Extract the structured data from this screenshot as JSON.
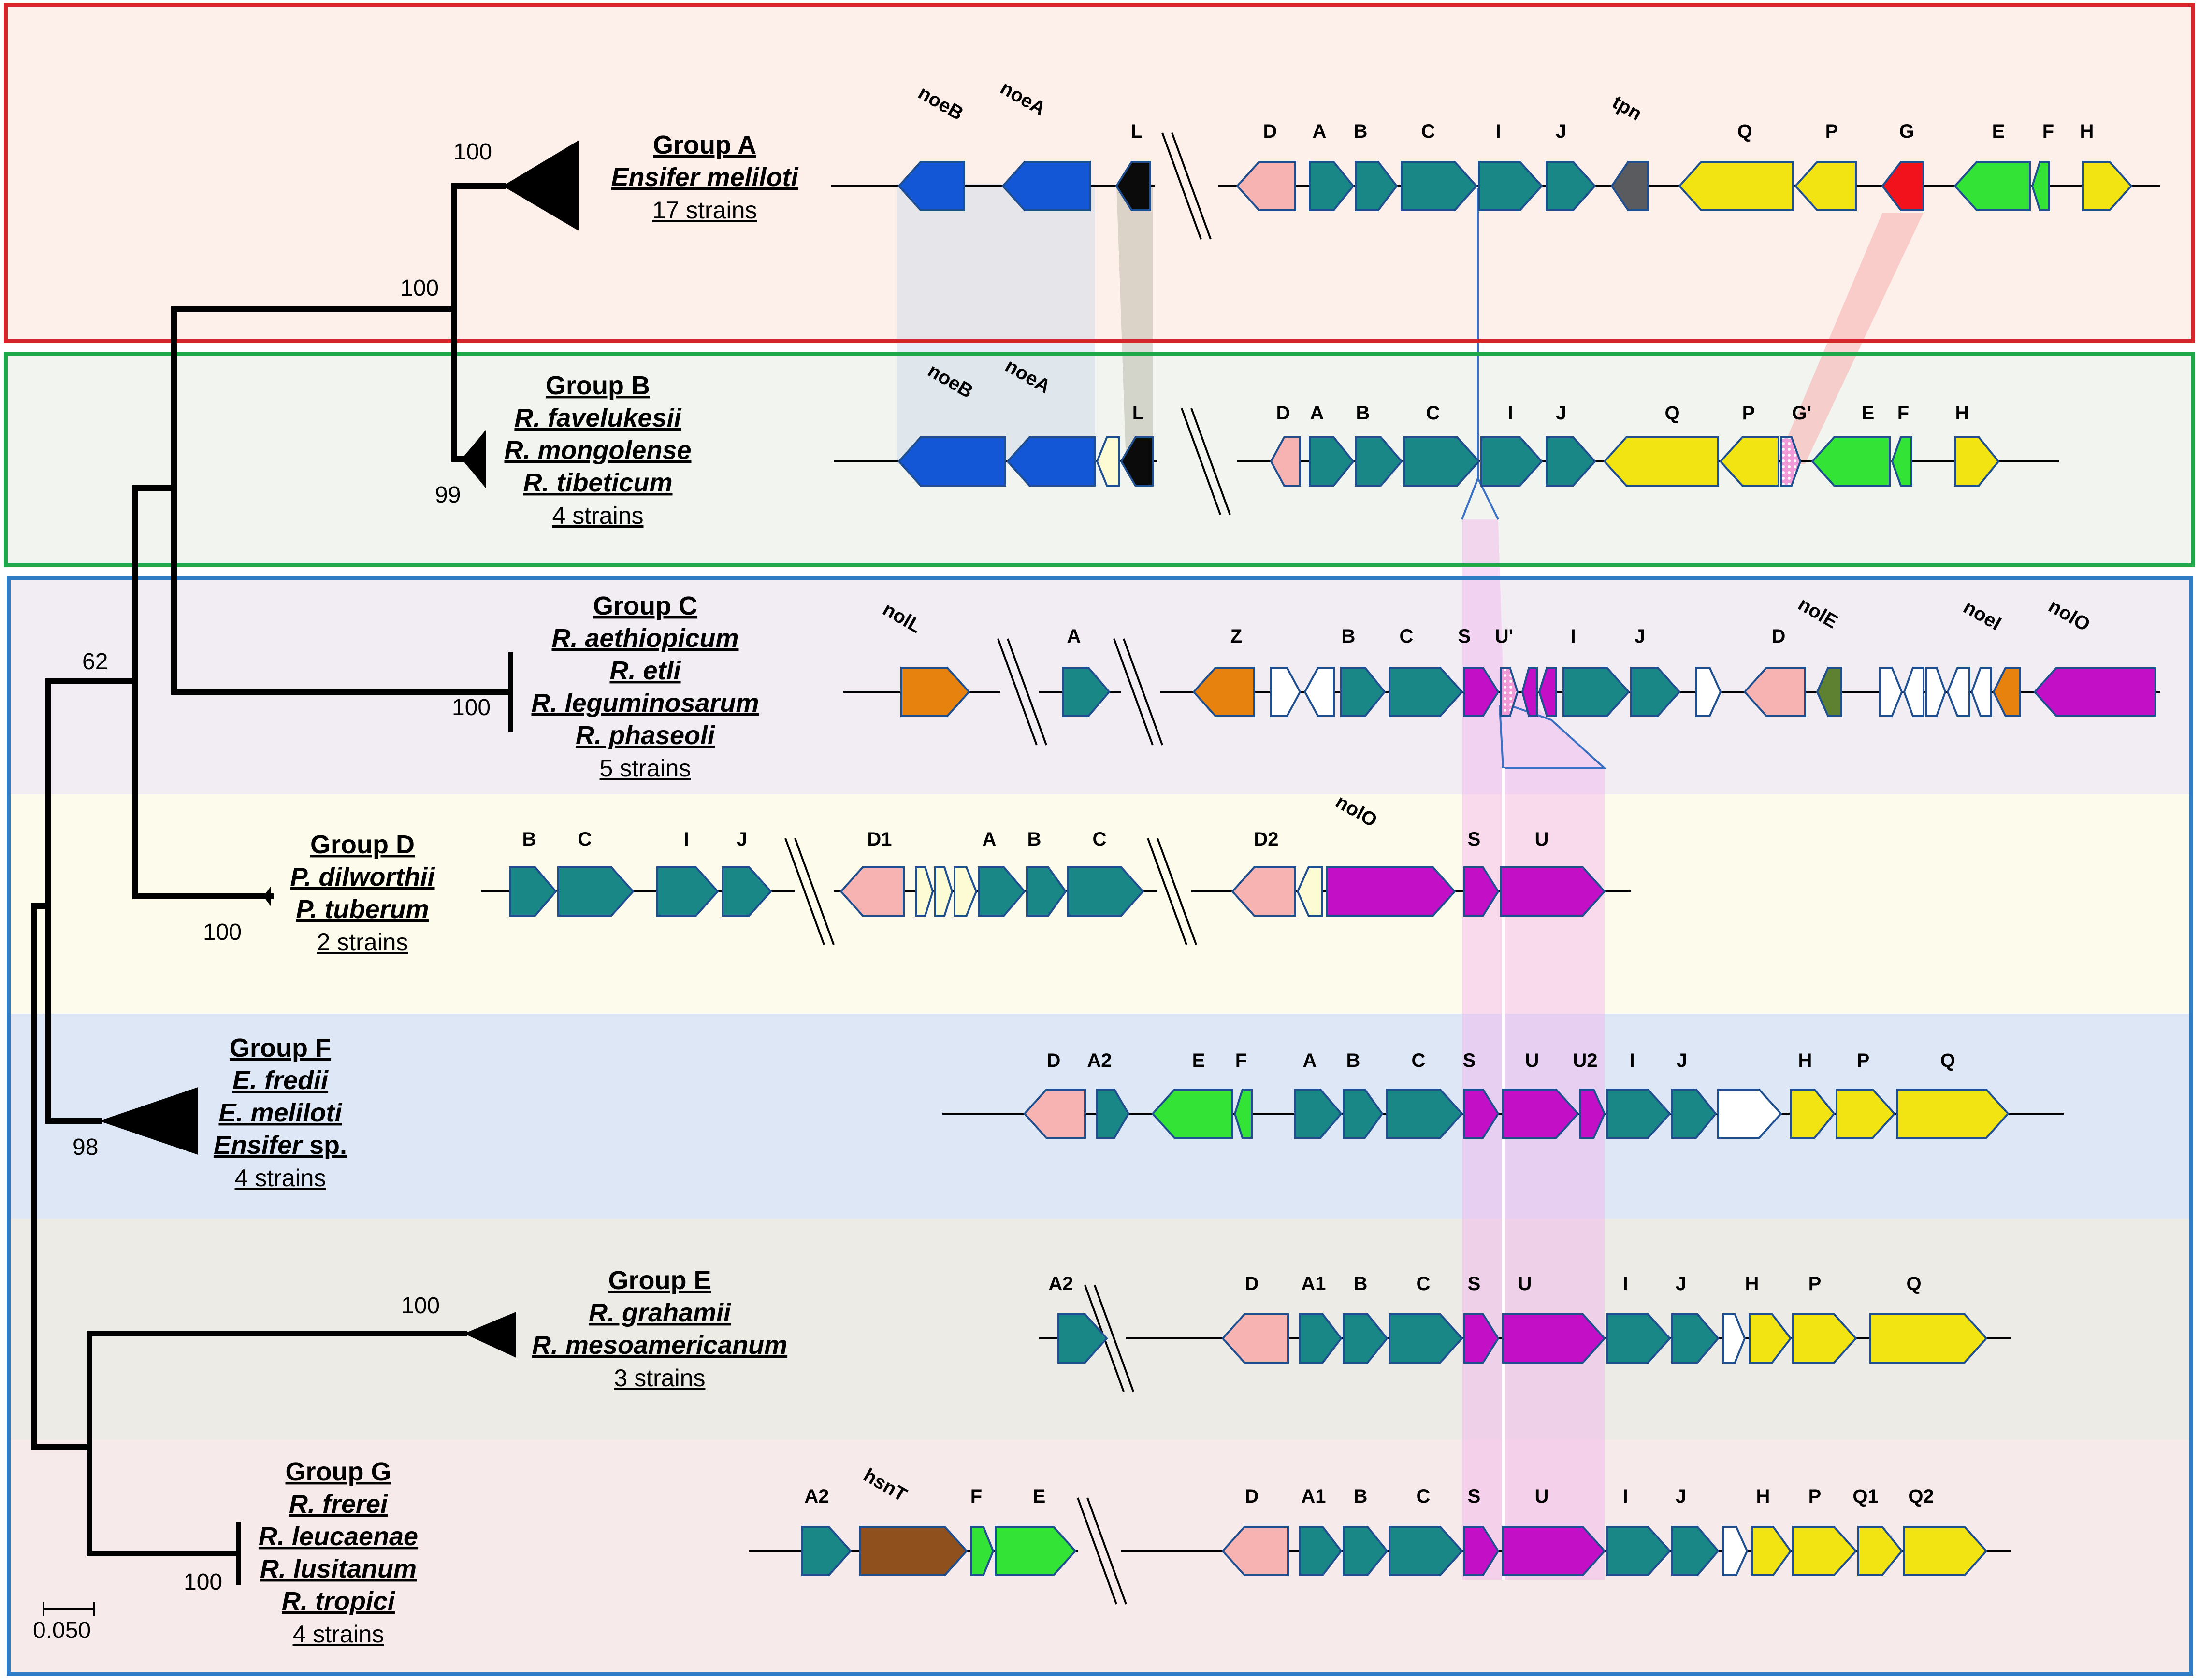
{
  "colors": {
    "box_top": "#d6262b",
    "box_mid": "#1fa84a",
    "box_bottom": "#2f7cc4",
    "bg_groupA": "#fdf0ea",
    "bg_groupB": "#f2f5ef",
    "bg_groupC": "#f1edf3",
    "bg_groupD": "#fdfcec",
    "bg_groupF": "#dde7f5",
    "bg_groupE": "#ecebe6",
    "bg_groupG": "#f7eaea",
    "blue_gene": "#1457d6",
    "black_gene": "#0b0b0b",
    "salmon_gene": "#f6b3b1",
    "teal_gene": "#1a8787",
    "grey_gene": "#595b5e",
    "yellow_gene": "#f2e313",
    "red_gene": "#f2121b",
    "green_gene": "#33e335",
    "orange_gene": "#e7820f",
    "white_gene": "#ffffff",
    "magenta_gene": "#c30fc6",
    "olive_gene": "#5d8130",
    "cream_gene": "#fdfbd3",
    "brown_gene": "#8f501e",
    "gene_outline": "#1f4f8f"
  },
  "tree": {
    "bootstrap": {
      "a": "100",
      "ab": "100",
      "b": "99",
      "c": "100",
      "root": "62",
      "d": "100",
      "f": "98",
      "e": "100",
      "g": "100"
    },
    "scale_label": "0.050"
  },
  "groups": {
    "A": {
      "title": "Group A",
      "species": [
        "Ensifer meliloti"
      ],
      "count": "17 strains"
    },
    "B": {
      "title": "Group B",
      "species": [
        "R. favelukesii",
        "R. mongolense",
        "R. tibeticum"
      ],
      "count": "4 strains"
    },
    "C": {
      "title": "Group C",
      "species": [
        "R. aethiopicum",
        "R. etli",
        "R. leguminosarum",
        "R. phaseoli"
      ],
      "count": "5 strains"
    },
    "D": {
      "title": "Group D",
      "species": [
        "P. dilworthii",
        "P. tuberum"
      ],
      "count": "2 strains"
    },
    "F": {
      "title": "Group F",
      "species": [
        "E. fredii",
        "E. meliloti",
        "Ensifer sp."
      ],
      "count": "4 strains"
    },
    "E": {
      "title": "Group E",
      "species": [
        "R. grahamii",
        "R. mesoamericanum"
      ],
      "count": "3 strains"
    },
    "G": {
      "title": "Group G",
      "species": [
        "R. frerei",
        "R. leucaenae",
        "R. lusitanum",
        "R. tropici"
      ],
      "count": "4 strains"
    }
  },
  "gene_labels": {
    "A": [
      "noeB",
      "noeA",
      "L",
      "D",
      "A",
      "B",
      "C",
      "I",
      "J",
      "tpn",
      "Q",
      "P",
      "G",
      "E",
      "F",
      "H"
    ],
    "B": [
      "noeB",
      "noeA",
      "L",
      "D",
      "A",
      "B",
      "C",
      "I",
      "J",
      "Q",
      "P",
      "G'",
      "E",
      "F",
      "H"
    ],
    "C": [
      "nolL",
      "A",
      "Z",
      "B",
      "C",
      "S",
      "U'",
      "I",
      "J",
      "D",
      "nolE",
      "noeI",
      "nolO"
    ],
    "D": [
      "B",
      "C",
      "I",
      "J",
      "D1",
      "A",
      "B",
      "C",
      "D2",
      "nolO",
      "S",
      "U"
    ],
    "F": [
      "D",
      "A2",
      "E",
      "F",
      "A",
      "B",
      "C",
      "S",
      "U",
      "U2",
      "I",
      "J",
      "H",
      "P",
      "Q"
    ],
    "E": [
      "A2",
      "D",
      "A1",
      "B",
      "C",
      "S",
      "U",
      "I",
      "J",
      "H",
      "P",
      "Q"
    ],
    "G": [
      "A2",
      "hsnT",
      "F",
      "E",
      "D",
      "A1",
      "B",
      "C",
      "S",
      "U",
      "I",
      "J",
      "H",
      "P",
      "Q1",
      "Q2"
    ]
  }
}
